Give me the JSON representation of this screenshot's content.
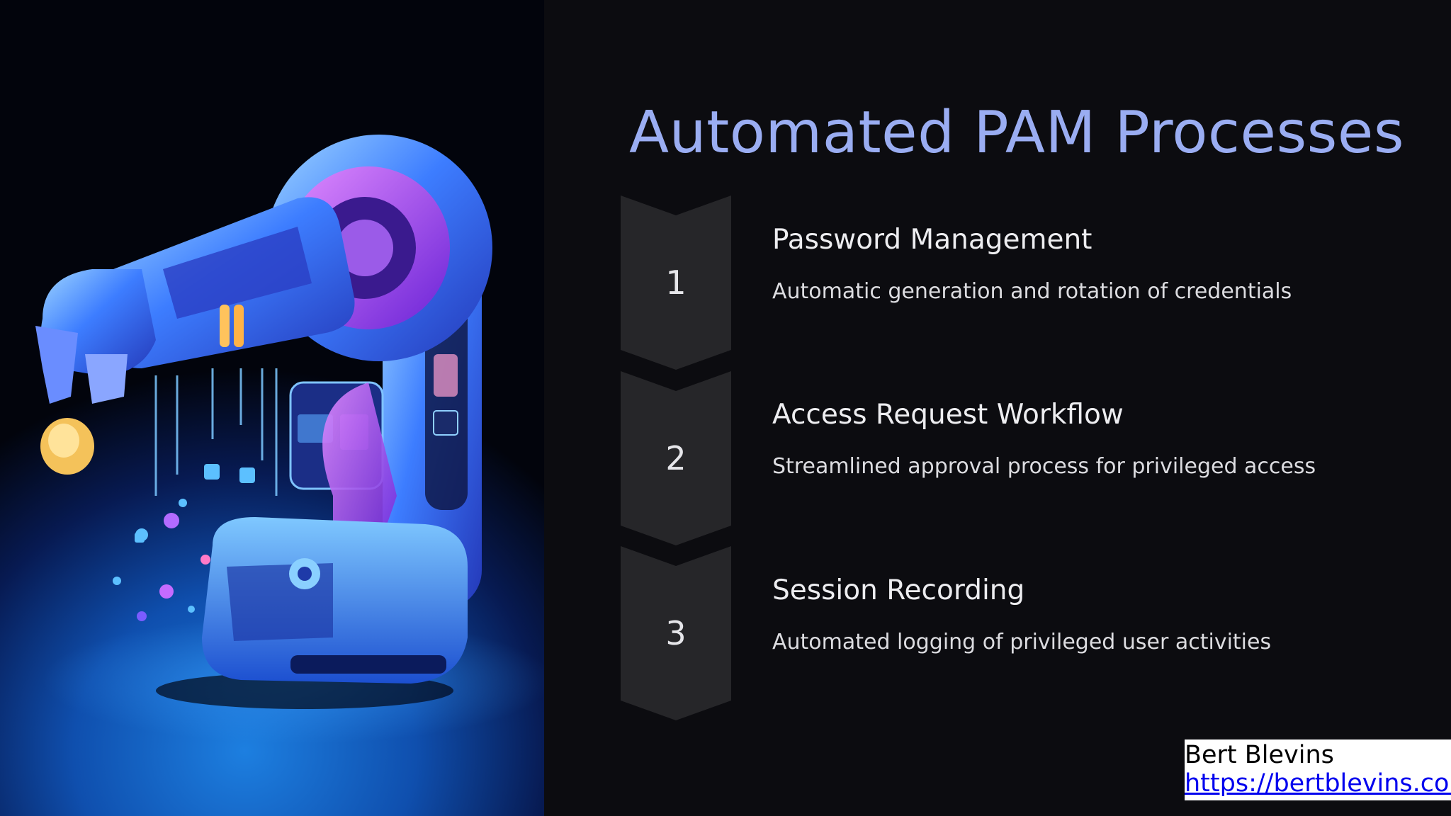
{
  "slide": {
    "title": "Automated PAM Processes",
    "hero_image": "robotic-arm-illustration",
    "accent_title_color": "#9aadf2",
    "steps": [
      {
        "number": "1",
        "title": "Password Management",
        "description": "Automatic generation and rotation of credentials"
      },
      {
        "number": "2",
        "title": "Access Request Workflow",
        "description": "Streamlined approval process for privileged access"
      },
      {
        "number": "3",
        "title": "Session Recording",
        "description": "Automated logging of privileged user activities"
      }
    ],
    "credit": {
      "name": "Bert Blevins",
      "link": "https://bertblevins.com"
    }
  }
}
